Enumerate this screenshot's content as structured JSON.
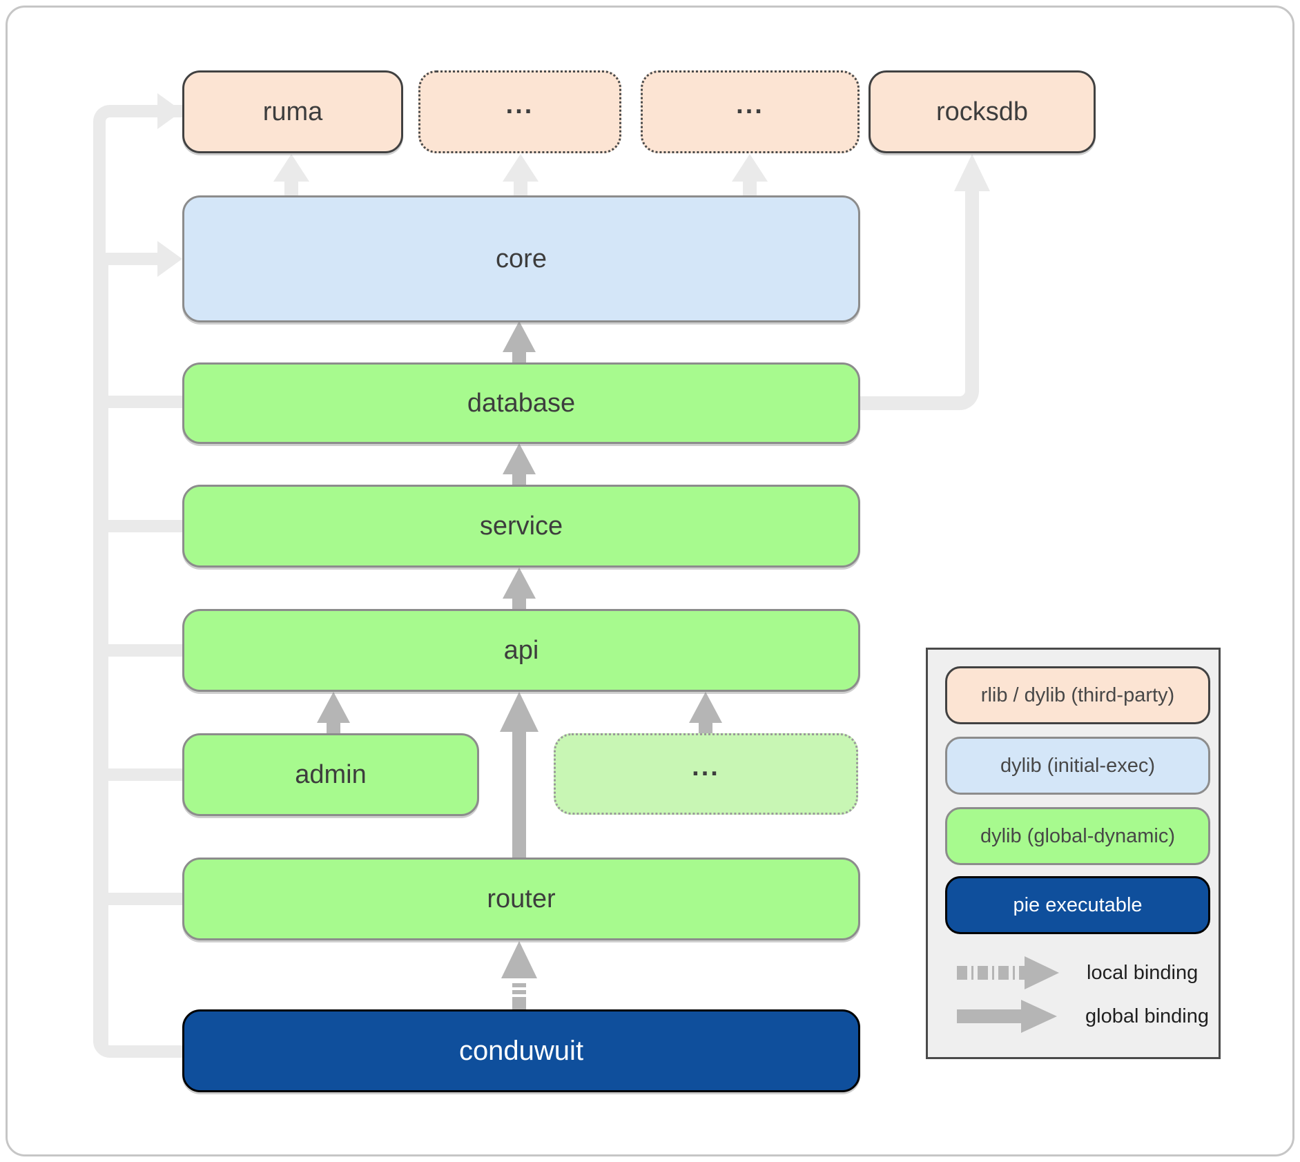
{
  "colors": {
    "third_party_fill": "#fce4d3",
    "initial_exec_fill": "#d4e6f8",
    "global_dynamic_fill": "#a7fa8e",
    "global_dynamic_light_fill": "#c8f6b4",
    "pie_executable_fill": "#0f4f9c",
    "binding_arrow": "#b5b5b5",
    "ghost_arrow": "#eaeaea",
    "label_text": "#3d3d3d"
  },
  "nodes": {
    "ruma": {
      "label": "ruma"
    },
    "ellipsis1": {
      "label": "..."
    },
    "ellipsis2": {
      "label": "..."
    },
    "rocksdb": {
      "label": "rocksdb"
    },
    "core": {
      "label": "core"
    },
    "database": {
      "label": "database"
    },
    "service": {
      "label": "service"
    },
    "api": {
      "label": "api"
    },
    "admin": {
      "label": "admin"
    },
    "ellipsis3": {
      "label": "..."
    },
    "router": {
      "label": "router"
    },
    "conduwuit": {
      "label": "conduwuit"
    }
  },
  "edges": [
    {
      "from": "conduwuit",
      "to": "router",
      "binding": "local"
    },
    {
      "from": "router",
      "to": "api",
      "binding": "global"
    },
    {
      "from": "admin",
      "to": "api",
      "binding": "global"
    },
    {
      "from": "ellipsis3",
      "to": "api",
      "binding": "global"
    },
    {
      "from": "api",
      "to": "service",
      "binding": "global"
    },
    {
      "from": "service",
      "to": "database",
      "binding": "global"
    },
    {
      "from": "database",
      "to": "core",
      "binding": "global"
    },
    {
      "from": "core",
      "to": "ruma",
      "binding": "ghost"
    },
    {
      "from": "core",
      "to": "ellipsis1",
      "binding": "ghost"
    },
    {
      "from": "core",
      "to": "ellipsis2",
      "binding": "ghost"
    },
    {
      "from": "database",
      "to": "rocksdb",
      "binding": "ghost"
    },
    {
      "from": "left-trunk",
      "to": "ruma",
      "binding": "ghost"
    },
    {
      "from": "left-trunk",
      "to": "core",
      "binding": "ghost"
    }
  ],
  "legend": {
    "items": [
      {
        "label": "rlib / dylib (third-party)",
        "type": "third-party"
      },
      {
        "label": "dylib (initial-exec)",
        "type": "initial-exec"
      },
      {
        "label": "dylib (global-dynamic)",
        "type": "global-dynamic"
      },
      {
        "label": "pie executable",
        "type": "pie-executable"
      }
    ],
    "bindings": [
      {
        "label": "local binding",
        "style": "dashed"
      },
      {
        "label": "global binding",
        "style": "solid"
      }
    ]
  }
}
